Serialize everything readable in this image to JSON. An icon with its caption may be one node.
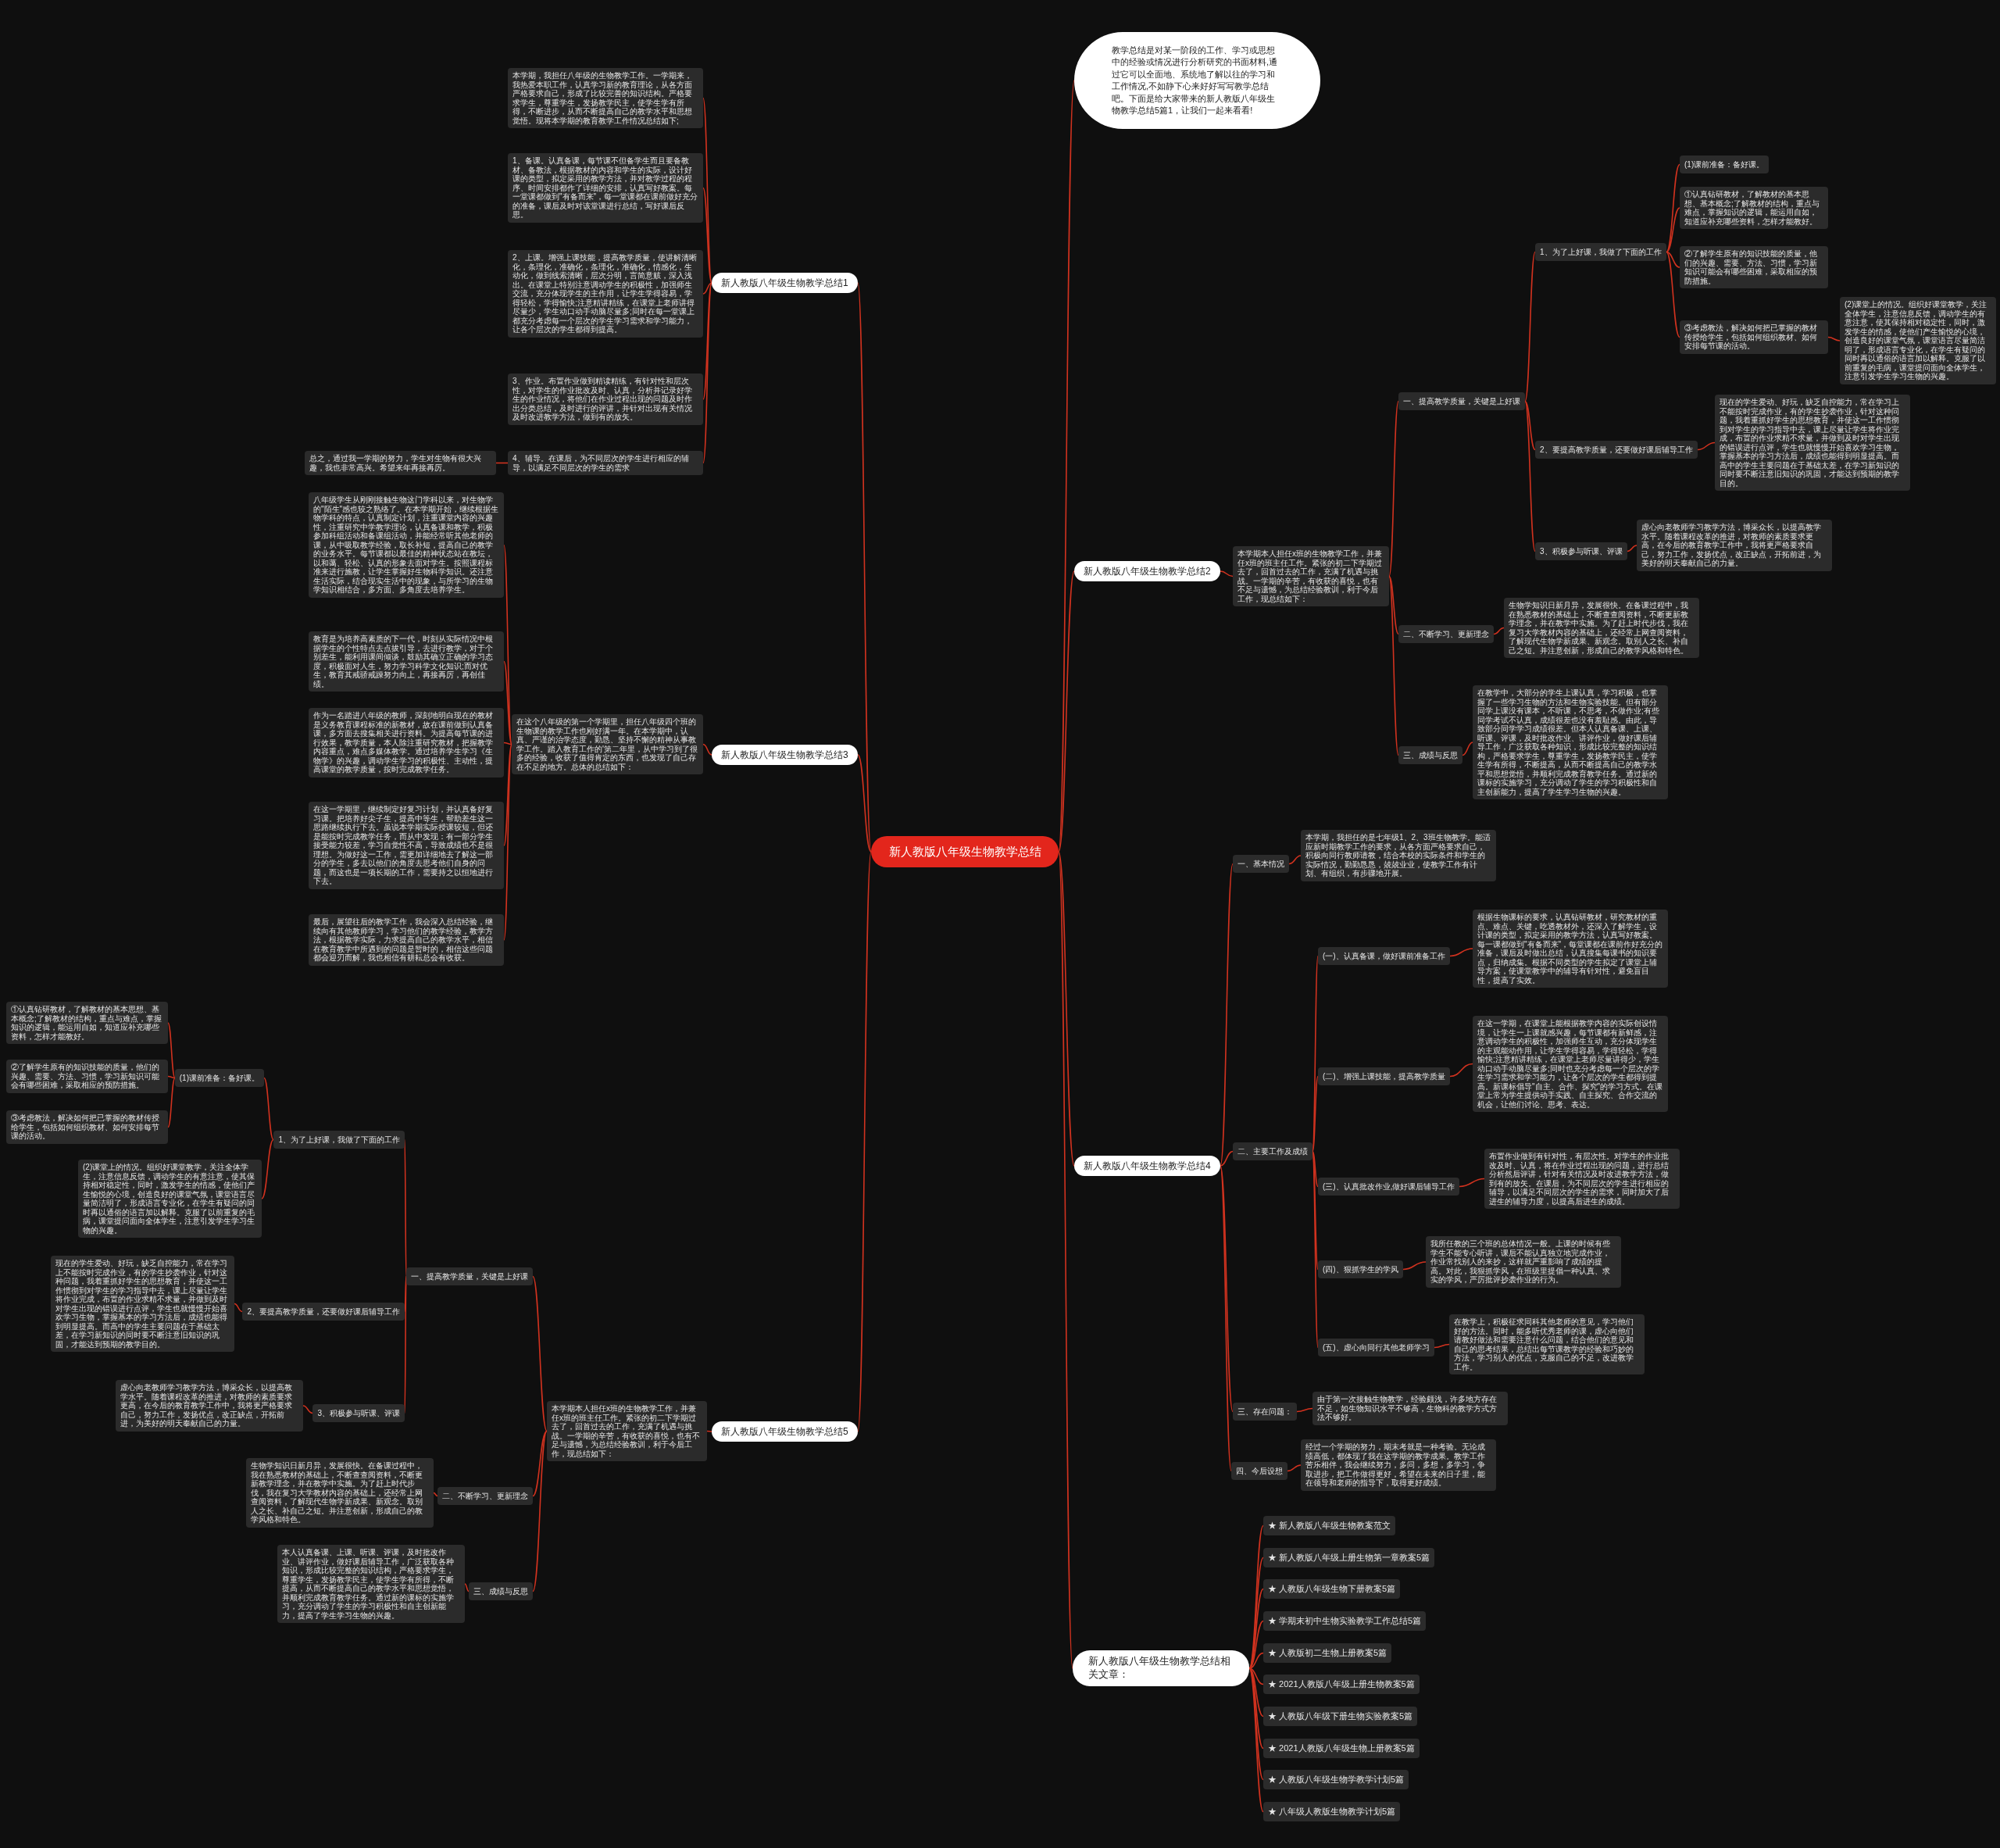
{
  "diagram": {
    "nodes": [
      {
        "text": [
          "新人教版八年级生物教学总结"
        ]
      },
      {
        "text": [
          "教学总结是对某一阶段的工作、学习或思想中的经验或情况进行分析研究的书面材料,通过它可以全面地、系统地了解以往的学习和工作情况,不如静下心来好好写写教学总结吧。下面是给大家带来的新人教版八年级生物教学总结5篇1，让我们一起来看看!"
        ]
      },
      {
        "text": [
          "新人教版八年级生物教学总结1"
        ]
      },
      {
        "text": [
          "本学期，我担任八年级的生物教学工作。一学期来，我热爱本职工作，认真学习新的教育理论，从各方面严格要求自己，形成了比较完善的知识结构。严格要求学生，尊重学生，发扬教学民主，使学生学有所得，不断进步，从而不断提高自己的教学水平和思想觉悟。现将本学期的教育教学工作情况总结如下;"
        ]
      },
      {
        "text": [
          "1、备课。认真备课，每节课不但备学生而且要备教材、备教法，根据教材的内容和学生的实际，设计好课的类型，拟定采用的教学方法，并对教学过程的程序、时间安排都作了详细的安排，认真写好教案。每一堂课都做到\"有备而来\"，每一堂课都在课前做好充分的准备，课后及时对该堂课进行总结，写好课后反思。"
        ]
      },
      {
        "text": [
          "2、上课。增强上课技能，提高教学质量，使讲解清晰化，条理化，准确化，条理化，准确化，情感化，生动化，做到线索清晰，层次分明，言简意赅，深入浅出。在课堂上特别注意调动学生的积极性，加强师生交流，充分体现学生的主作用，让学生学得容易，学得轻松，学得愉快;注意精讲精练，在课堂上老师讲得尽量少，学生动口动手动脑尽量多;同时在每一堂课上都充分考虑每一个层次的学生学习需求和学习能力，让各个层次的学生都得到提高。"
        ]
      },
      {
        "text": [
          "3、作业。布置作业做到精读精练，有针对性和层次性，对学生的作业批改及时、认真，分析并记录好学生的作业情况，将他们在作业过程出现的问题及时作出分类总结，及时进行的评讲，并针对出现有关情况及时改进教学方法，做到有的放矢。"
        ]
      },
      {
        "text": [
          "4、辅导。在课后，为不同层次的学生进行相应的辅导，以满足不同层次的学生的需求"
        ]
      },
      {
        "text": [
          "总之，通过我一学期的努力，学生对生物有很大兴趣，我也非常高兴。希望来年再接再厉。"
        ]
      },
      {
        "text": [
          "新人教版八年级生物教学总结2"
        ]
      },
      {
        "text": [
          "本学期本人担任x班的生物教学工作，并兼任x班的班主任工作。紧张的初二下学期过去了，回首过去的工作，充满了机遇与挑战。一学期的辛苦，有收获的喜悦，也有不足与遗憾，为总结经验教训，利于今后工作，现总结如下："
        ]
      },
      {
        "text": [
          "一、提高教学质量，关键是上好课"
        ]
      },
      {
        "text": [
          "1、为了上好课，我做了下面的工作"
        ]
      },
      {
        "text": [
          "(1)课前准备：备好课。"
        ]
      },
      {
        "text": [
          "①认真钻研教材，了解教材的基本思想、基本概念;了解教材的结构，重点与难点，掌握知识的逻辑，能运用自如，知道应补充哪些资料，怎样才能教好。"
        ]
      },
      {
        "text": [
          "②了解学生原有的知识技能的质量，他们的兴趣、需要、方法、习惯，学习新知识可能会有哪些困难，采取相应的预防措施。"
        ]
      },
      {
        "text": [
          "③考虑教法，解决如何把已掌握的教材传授给学生，包括如何组织教材、如何安排每节课的活动。"
        ]
      },
      {
        "text": [
          "(2)课堂上的情况。组织好课堂教学，关注全体学生，注意信息反馈，调动学生的有意注意，使其保持相对稳定性，同时，激发学生的情感，使他们产生愉悦的心境，创造良好的课堂气氛，课堂语言尽量简洁明了，形成语言专业化，在学生有疑问的同时再以通俗的语言加以解释。克服了以前重复的毛病，课堂提问面向全体学生，注意引发学生学习生物的兴趣。"
        ]
      },
      {
        "text": [
          "2、要提高教学质量，还要做好课后辅导工作"
        ]
      },
      {
        "text": [
          "现在的学生爱动、好玩，缺乏自控能力，常在学习上不能按时完成作业，有的学生抄袭作业，针对这种问题，我着重抓好学生的思想教育，并使这一工作惯彻到对学生的学习指导中去，课上尽量让学生将作业完成，布置的作业求精不求量，并做到及时对学生出现的错误进行点评，学生也就慢慢开始喜欢学习生物，掌握基本的学习方法后，成绩也能得到明显提高。而高中的学生主要问题在于基础太差，在学习新知识的同时要不断注意旧知识的巩固，才能达到预期的教学目的。"
        ]
      },
      {
        "text": [
          "3、积极参与听课、评课"
        ]
      },
      {
        "text": [
          "虚心向老教师学习教学方法，博采众长，以提高教学水平。随着课程改革的推进，对教师的素质要求更高，在今后的教育教学工作中，我将更严格要求自己，努力工作，发扬优点，改正缺点，开拓前进，为美好的明天奉献自己的力量。"
        ]
      },
      {
        "text": [
          "二、不断学习、更新理念"
        ]
      },
      {
        "text": [
          "生物学知识日新月异，发展很快。在备课过程中，我在熟悉教材的基础上，不断查查阅资料，不断更新教学理念，并在教学中实施。为了赶上时代步伐，我在复习大学教材内容的基础上，还经常上网查阅资料，了解现代生物学新成果、新观念。取别人之长、补自己之短。并注意创新，形成自己的教学风格和特色。"
        ]
      },
      {
        "text": [
          "三、成绩与反思"
        ]
      },
      {
        "text": [
          "在教学中，大部分的学生上课认真，学习积极，也掌握了一些学习生物的方法和生物实验技能。但有部分同学上课没有课本，不听课，不思考，不做作业;有些同学考试不认真，成绩很差也没有羞耻感。由此，导致部分同学学习成绩很差。但本人认真备课、上课、听课、评课，及时批改作业、讲评作业，做好课后辅导工作，广泛获取各种知识，形成比较完整的知识结构，严格要求学生，尊重学生，发扬教学民主，使学生学有所得，不断提高，从而不断提高自己的教学水平和思想觉悟，并顺利完成教育教学任务。通过新的课标的实施学习，充分调动了学生的学习积极性和自主创新能力，提高了学生学习生物的兴趣。"
        ]
      },
      {
        "text": [
          "新人教版八年级生物教学总结3"
        ]
      },
      {
        "text": [
          "在这个八年级的第一个学期里，担任八年级四个班的生物课的教学工作也刚好满一年。在本学期中，认真、严谨的治学态度，勤恳、坚持不懈的精神从事教学工作。踏入教育工作的'第二年里，从中学习到了很多的经验，收获了值得肯定的东西，也发现了自己存在不足的地方。总体的总结如下："
        ]
      },
      {
        "text": [
          "八年级学生从刚刚接触生物这门学科以来，对生物学的\"陌生\"感也较之熟络了。在本学期开始，继续根据生物学科的特点，认真制定计划，注重课堂内容的兴趣性，注重研究中学教学理论，认真备课和教学，积极参加科组活动和备课组活动，并能经常听其他老师的课，从中吸取教学经验，取长补短，提高自己的教学的业务水平。每节课都以最佳的精神状态站在教坛，以和蔼、轻松、认真的形象去面对学生。按照课程标准来进行施教，让学生掌握好生物科学知识。还注意生活实际，结合现实生活中的现象，与所学习的生物学知识相结合，多方面、多角度去培养学生。"
        ]
      },
      {
        "text": [
          "教育是为培养高素质的下一代，时刻从实际情况中根据学生的个性特点去点拔引导，去进行教学，对于个别差生，能利用课间倾谈，鼓励其确立正确的学习态度，积极面对人生，努力学习科学文化知识;而对优生，教育其戒骄戒躁努力向上，再接再厉，再创佳绩。"
        ]
      },
      {
        "text": [
          "作为一名踏进八年级的教师，深刻地明白现在的教材是义务教育课程标准的新教材，故在课前做到认真备课，多方面去搜集相关进行资料。为提高每节课的进行效果，教学质量，本人除注重研究教材，把握教学内容重点，难点多媒体教学。通过培养学生学习《生物学》的兴趣，调动学生学习的积极性、主动性，提高课堂的教学质量，按时完成教学任务。"
        ]
      },
      {
        "text": [
          "在这一学期里，继续制定好复习计划，并认真备好复习课。把培养好尖子生，提高中等生，帮助差生这一思路继续执行下去。虽说本学期实际授课较短，但还是能按时完成教学任务，而从中发现：有一部分学生接受能力较差，学习自觉性不高，导致成绩也不是很理想。为做好这一工作，需更加详细地去了解这一部分的学生，多去以他们的角度去思考他们自身的问题，而这也是一项长期的工作，需要持之以恒地进行下去。"
        ]
      },
      {
        "text": [
          "最后，展望往后的教学工作，我会深入总结经验，继续向有其他教师学习，学习他们的教学经验，教学方法，根据教学实际，力求提高自己的教学水平，相信在教育教学中所遇到的问题是暂时的，相信这些问题都会迎刃而解，我也相信有耕耘总会有收获。"
        ]
      },
      {
        "text": [
          "新人教版八年级生物教学总结4"
        ]
      },
      {
        "text": [
          "一、基本情况"
        ]
      },
      {
        "text": [
          "本学期，我担任的是七年级1、2、3班生物教学。能适应新时期教学工作的要求，从各方面严格要求自己，积极向同行教师请教，结合本校的实际条件和学生的实际情况，勤勤恳恳，兢兢业业，使教学工作有计划、有组织，有步骤地开展。"
        ]
      },
      {
        "text": [
          "二、主要工作及成绩"
        ]
      },
      {
        "text": [
          "(一)、认真备课，做好课前准备工作"
        ]
      },
      {
        "text": [
          "根据生物课标的要求，认真钻研教材，研究教材的重点、难点、关键，吃透教材外，还深入了解学生，设计课的类型，拟定采用的教学方法，认真写好教案。每一课都做到\"有备而来\"，每堂课都在课前作好充分的准备，课后及时做出总结，认真搜集每课书的知识要点，归纳成集。根据不同类型的学生拟定了课堂上辅导方案，使课堂教学中的辅导有针对性，避免盲目性，提高了实效。"
        ]
      },
      {
        "text": [
          "(二)、增强上课技能，提高教学质量"
        ]
      },
      {
        "text": [
          "在这一学期，在课堂上能根据教学内容的实际创设情境，让学生一上课就感兴趣，每节课都有新鲜感，注意调动学生的积极性，加强师生互动，充分体现学生的主观能动作用，让学生学得容易，学得轻松，学得愉快;注意精讲精练，在课堂上老师尽量讲得少，学生动口动手动脑尽量多;同时也充分考虑每一个层次的学生学习需求和学习能力，让各个层次的学生都得到提高。新课标倡导\"自主、合作、探究\"的学习方式。在课堂上常为学生提供动手实践、自主探究、合作交流的机会，让他们讨论、思考、表达。"
        ]
      },
      {
        "text": [
          "(三)、认真批改作业,做好课后辅导工作"
        ]
      },
      {
        "text": [
          "布置作业做到有针对性，有层次性。对学生的作业批改及时、认真，将在作业过程出现的问题，进行总结分析然后评讲，针对有关情况及时改进教学方法，做到有的放矢。在课后，为不同层次的学生进行相应的辅导，以满足不同层次的学生的需求，同时加大了后进生的辅导力度，以提高后进生的成绩。"
        ]
      },
      {
        "text": [
          "(四)、狠抓学生的学风"
        ]
      },
      {
        "text": [
          "我所任教的三个班的总体情况一般。上课的时候有些学生不能专心听讲，课后不能认真独立地完成作业，作业常找别人的来抄，这样就严重影响了成绩的提高。对此，我狠抓学风，在班级里提倡一种认真、求实的学风，严厉批评抄袭作业的行为。"
        ]
      },
      {
        "text": [
          "(五)、虚心向同行其他老师学习"
        ]
      },
      {
        "text": [
          "在教学上，积极征求同科其他老师的意见，学习他们好的方法。同时，能多听优秀老师的课，虚心向他们请教好做法和需要注意什么问题，结合他们的意见和自己的思考结果，总结出每节课教学的经验和巧妙的方法，学习别人的优点，克服自己的不足，改进教学工作。"
        ]
      },
      {
        "text": [
          "三、存在问题："
        ]
      },
      {
        "text": [
          "由于第一次接触生物教学，经验颇浅，许多地方存在不足，如生物知识水平不够高，生物科的教学方式方法不够好。"
        ]
      },
      {
        "text": [
          "四、今后设想"
        ]
      },
      {
        "text": [
          "经过一个学期的努力，期末考就是一种考验。无论成绩高低，都体现了我在这学期的教学成果。教学工作苦乐相伴，我会继续努力，多问，多想，多学习，争取进步，把工作做得更好，希望在未来的日子里，能在领导和老师的指导下，取得更好成绩。"
        ]
      },
      {
        "text": [
          "新人教版八年级生物教学总结5"
        ]
      },
      {
        "text": [
          "本学期本人担任x班的生物教学工作，并兼任x班的班主任工作。紧张的初二下学期过去了，回首过去的工作，充满了机遇与挑战。一学期的辛苦，有收获的喜悦，也有不足与遗憾，为总结经验教训，利于今后工作，现总结如下："
        ]
      },
      {
        "text": [
          "一、提高教学质量，关键是上好课"
        ]
      },
      {
        "text": [
          "1、为了上好课，我做了下面的工作"
        ]
      },
      {
        "text": [
          "(1)课前准备：备好课。"
        ]
      },
      {
        "text": [
          "①认真钻研教材，了解教材的基本思想、基本概念;了解教材的结构，重点与难点，掌握知识的逻辑，能运用自如，知道应补充哪些资料，怎样才能教好。"
        ]
      },
      {
        "text": [
          "②了解学生原有的知识技能的质量，他们的兴趣、需要、方法、习惯，学习新知识可能会有哪些困难，采取相应的预防措施。"
        ]
      },
      {
        "text": [
          "③考虑教法，解决如何把已掌握的教材传授给学生，包括如何组织教材、如何安排每节课的活动。"
        ]
      },
      {
        "text": [
          "(2)课堂上的情况。组织好课堂教学，关注全体学生，注意信息反馈，调动学生的有意注意，使其保持相对稳定性，同时，激发学生的情感，使他们产生愉悦的心境，创造良好的课堂气氛，课堂语言尽量简洁明了，形成语言专业化，在学生有疑问的同时再以通俗的语言加以解释。克服了以前重复的毛病，课堂提问面向全体学生，注意引发学生学习生物的兴趣。"
        ]
      },
      {
        "text": [
          "2、要提高教学质量，还要做好课后辅导工作"
        ]
      },
      {
        "text": [
          "现在的学生爱动、好玩，缺乏自控能力，常在学习上不能按时完成作业，有的学生抄袭作业，针对这种问题，我着重抓好学生的思想教育，并使这一工作惯彻到对学生的学习指导中去，课上尽量让学生将作业完成，布置的作业求精不求量，并做到及时对学生出现的错误进行点评，学生也就慢慢开始喜欢学习生物，掌握基本的学习方法后，成绩也能得到明显提高。而高中的学生主要问题在于基础太差，在学习新知识的同时要不断注意旧知识的巩固，才能达到预期的教学目的。"
        ]
      },
      {
        "text": [
          "3、积极参与听课、评课"
        ]
      },
      {
        "text": [
          "虚心向老教师学习教学方法，博采众长，以提高教学水平。随着课程改革的推进，对教师的素质要求更高，在今后的教育教学工作中，我将更严格要求自己，努力工作，发扬优点，改正缺点，开拓前进，为美好的明天奉献自己的力量。"
        ]
      },
      {
        "text": [
          "二、不断学习、更新理念"
        ]
      },
      {
        "text": [
          "生物学知识日新月异，发展很快。在备课过程中，我在熟悉教材的基础上，不断查查阅资料，不断更新教学理念，并在教学中实施。为了赶上时代步伐，我在复习大学教材内容的基础上，还经常上网查阅资料，了解现代生物学新成果、新观念。取别人之长、补自己之短。并注意创新，形成自己的教学风格和特色。"
        ]
      },
      {
        "text": [
          "三、成绩与反思"
        ]
      },
      {
        "text": [
          "本人认真备课、上课、听课、评课，及时批改作业、讲评作业，做好课后辅导工作，广泛获取各种知识，形成比较完整的知识结构，严格要求学生，尊重学生，发扬教学民主，使学生学有所得，不断提高，从而不断提高自己的教学水平和思想觉悟，并顺利完成教育教学任务。通过新的课标的实施学习，充分调动了学生的学习积极性和自主创新能力，提高了学生学习生物的兴趣。"
        ]
      },
      {
        "text": [
          "新人教版八年级生物教学总结相关文章："
        ]
      },
      {
        "text": [
          "★ 新人教版八年级生物教案范文"
        ]
      },
      {
        "text": [
          "★ 新人教版八年级上册生物第一章教案5篇"
        ]
      },
      {
        "text": [
          "★ 人教版八年级生物下册教案5篇"
        ]
      },
      {
        "text": [
          "★ 学期末初中生物实验教学工作总结5篇"
        ]
      },
      {
        "text": [
          "★ 人教版初二生物上册教案5篇"
        ]
      },
      {
        "text": [
          "★ 2021人教版八年级上册生物教案5篇"
        ]
      },
      {
        "text": [
          "★ 人教版八年级下册生物实验教案5篇"
        ]
      },
      {
        "text": [
          "★ 2021人教版八年级生物上册教案5篇"
        ]
      },
      {
        "text": [
          "★ 人教版八年级生物学教学计划5篇"
        ]
      },
      {
        "text": [
          "★ 八年级人教版生物教学计划5篇"
        ]
      }
    ],
    "edges": [
      {
        "from": 0,
        "to": 1,
        "arrow": "none"
      },
      {
        "from": 0,
        "to": 2,
        "arrow": "none"
      },
      {
        "from": 0,
        "to": 9,
        "arrow": "none"
      },
      {
        "from": 0,
        "to": 26,
        "arrow": "none"
      },
      {
        "from": 0,
        "to": 33,
        "arrow": "none"
      },
      {
        "from": 0,
        "to": 51,
        "arrow": "none"
      },
      {
        "from": 0,
        "to": 68,
        "arrow": "none"
      },
      {
        "from": 2,
        "to": 3,
        "arrow": "none"
      },
      {
        "from": 2,
        "to": 4,
        "arrow": "none"
      },
      {
        "from": 2,
        "to": 5,
        "arrow": "none"
      },
      {
        "from": 2,
        "to": 6,
        "arrow": "none"
      },
      {
        "from": 2,
        "to": 7,
        "arrow": "none"
      },
      {
        "from": 7,
        "to": 8,
        "arrow": "none"
      },
      {
        "from": 9,
        "to": 10,
        "arrow": "none"
      },
      {
        "from": 10,
        "to": 11,
        "arrow": "none"
      },
      {
        "from": 10,
        "to": 22,
        "arrow": "none"
      },
      {
        "from": 10,
        "to": 24,
        "arrow": "none"
      },
      {
        "from": 11,
        "to": 12,
        "arrow": "none"
      },
      {
        "from": 11,
        "to": 18,
        "arrow": "none"
      },
      {
        "from": 11,
        "to": 20,
        "arrow": "none"
      },
      {
        "from": 12,
        "to": 13,
        "arrow": "none"
      },
      {
        "from": 12,
        "to": 14,
        "arrow": "none"
      },
      {
        "from": 12,
        "to": 15,
        "arrow": "none"
      },
      {
        "from": 12,
        "to": 16,
        "arrow": "none"
      },
      {
        "from": 16,
        "to": 17,
        "arrow": "none"
      },
      {
        "from": 18,
        "to": 19,
        "arrow": "none"
      },
      {
        "from": 20,
        "to": 21,
        "arrow": "none"
      },
      {
        "from": 22,
        "to": 23,
        "arrow": "none"
      },
      {
        "from": 24,
        "to": 25,
        "arrow": "none"
      },
      {
        "from": 26,
        "to": 27,
        "arrow": "none"
      },
      {
        "from": 27,
        "to": 28,
        "arrow": "none"
      },
      {
        "from": 27,
        "to": 29,
        "arrow": "none"
      },
      {
        "from": 27,
        "to": 30,
        "arrow": "none"
      },
      {
        "from": 27,
        "to": 31,
        "arrow": "none"
      },
      {
        "from": 27,
        "to": 32,
        "arrow": "none"
      },
      {
        "from": 33,
        "to": 34,
        "arrow": "none"
      },
      {
        "from": 33,
        "to": 36,
        "arrow": "none"
      },
      {
        "from": 33,
        "to": 47,
        "arrow": "none"
      },
      {
        "from": 33,
        "to": 49,
        "arrow": "none"
      },
      {
        "from": 34,
        "to": 35,
        "arrow": "none"
      },
      {
        "from": 36,
        "to": 37,
        "arrow": "none"
      },
      {
        "from": 36,
        "to": 39,
        "arrow": "none"
      },
      {
        "from": 36,
        "to": 41,
        "arrow": "none"
      },
      {
        "from": 36,
        "to": 43,
        "arrow": "none"
      },
      {
        "from": 36,
        "to": 45,
        "arrow": "none"
      },
      {
        "from": 37,
        "to": 38,
        "arrow": "none"
      },
      {
        "from": 39,
        "to": 40,
        "arrow": "none"
      },
      {
        "from": 41,
        "to": 42,
        "arrow": "none"
      },
      {
        "from": 43,
        "to": 44,
        "arrow": "none"
      },
      {
        "from": 45,
        "to": 46,
        "arrow": "none"
      },
      {
        "from": 47,
        "to": 48,
        "arrow": "none"
      },
      {
        "from": 49,
        "to": 50,
        "arrow": "none"
      },
      {
        "from": 51,
        "to": 52,
        "arrow": "none"
      },
      {
        "from": 52,
        "to": 53,
        "arrow": "none"
      },
      {
        "from": 52,
        "to": 64,
        "arrow": "none"
      },
      {
        "from": 52,
        "to": 66,
        "arrow": "none"
      },
      {
        "from": 53,
        "to": 54,
        "arrow": "none"
      },
      {
        "from": 53,
        "to": 60,
        "arrow": "none"
      },
      {
        "from": 53,
        "to": 62,
        "arrow": "none"
      },
      {
        "from": 54,
        "to": 55,
        "arrow": "none"
      },
      {
        "from": 54,
        "to": 59,
        "arrow": "none"
      },
      {
        "from": 55,
        "to": 56,
        "arrow": "none"
      },
      {
        "from": 55,
        "to": 57,
        "arrow": "none"
      },
      {
        "from": 55,
        "to": 58,
        "arrow": "none"
      },
      {
        "from": 60,
        "to": 61,
        "arrow": "none"
      },
      {
        "from": 62,
        "to": 63,
        "arrow": "none"
      },
      {
        "from": 64,
        "to": 65,
        "arrow": "none"
      },
      {
        "from": 66,
        "to": 67,
        "arrow": "none"
      },
      {
        "from": 68,
        "to": 69,
        "arrow": "none"
      },
      {
        "from": 68,
        "to": 70,
        "arrow": "none"
      },
      {
        "from": 68,
        "to": 71,
        "arrow": "none"
      },
      {
        "from": 68,
        "to": 72,
        "arrow": "none"
      },
      {
        "from": 68,
        "to": 73,
        "arrow": "none"
      },
      {
        "from": 68,
        "to": 74,
        "arrow": "none"
      },
      {
        "from": 68,
        "to": 75,
        "arrow": "none"
      },
      {
        "from": 68,
        "to": 76,
        "arrow": "none"
      },
      {
        "from": 68,
        "to": 77,
        "arrow": "none"
      },
      {
        "from": 68,
        "to": 78,
        "arrow": "none"
      }
    ]
  }
}
